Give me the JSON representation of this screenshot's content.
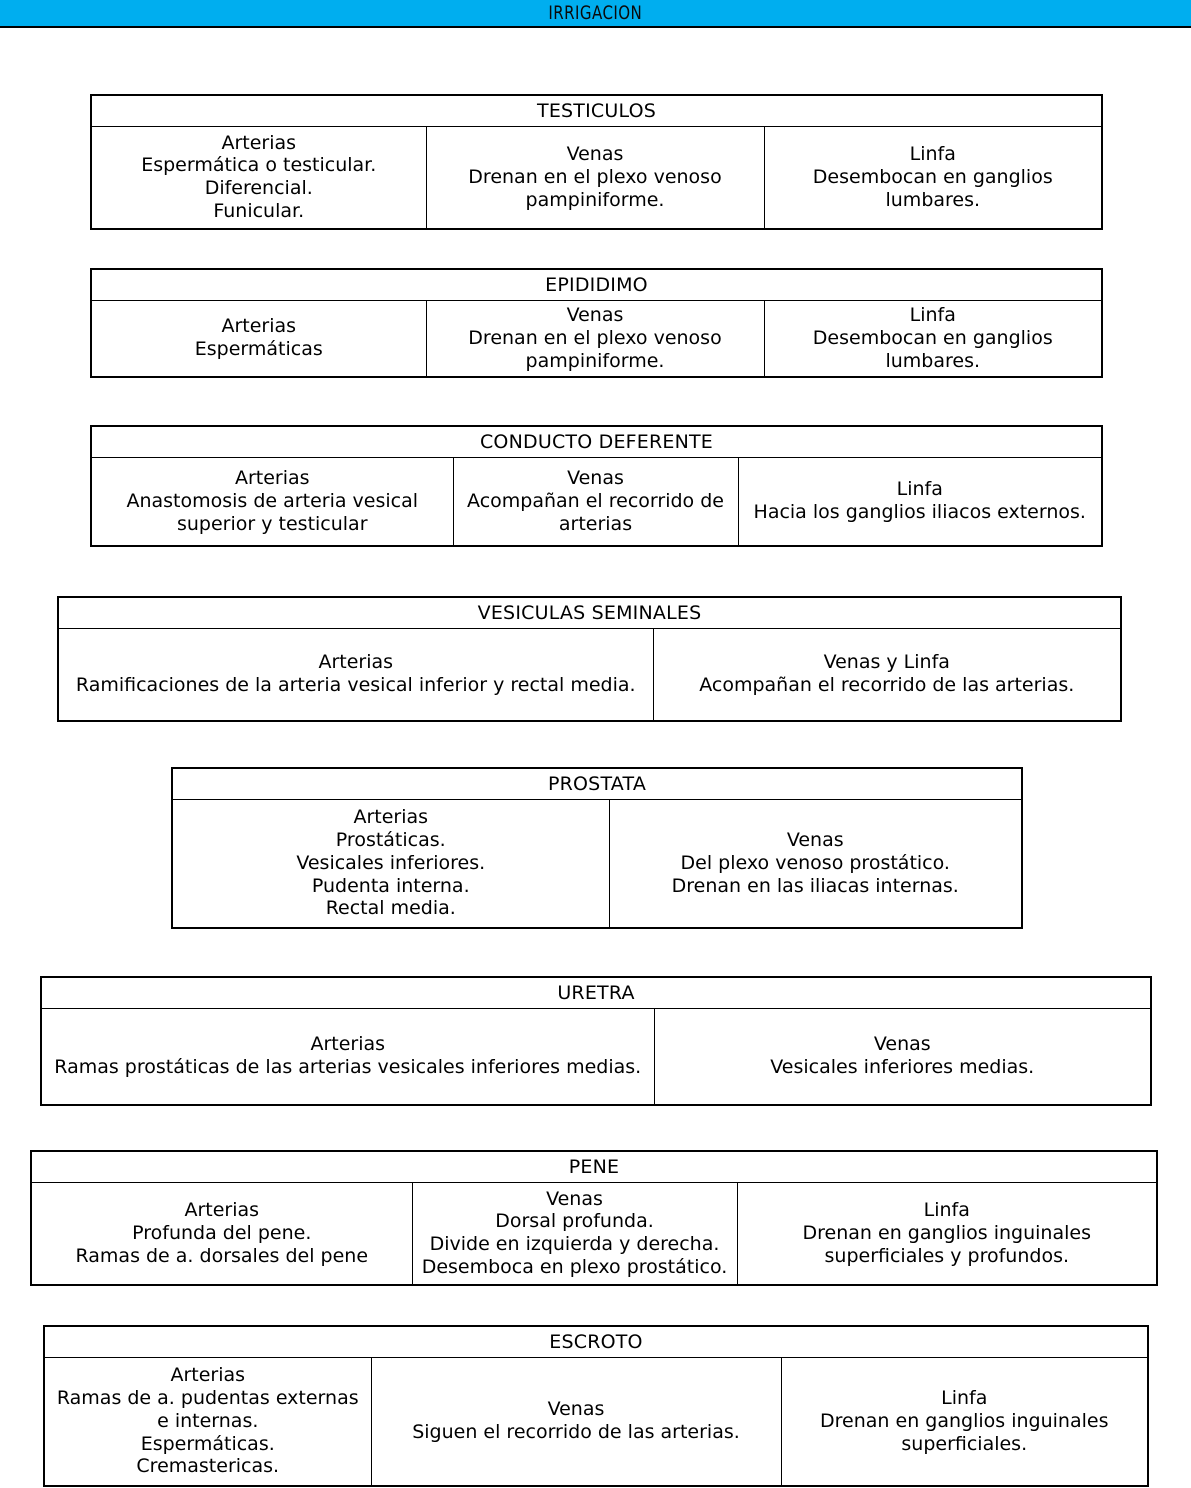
{
  "banner": {
    "title": "IRRIGACION",
    "background_color": "#00AEEF",
    "text_color": "#000000"
  },
  "tables": [
    {
      "id": "testiculos",
      "header": "TESTICULOS",
      "columns": [
        {
          "title": "Arterias",
          "lines": [
            "Espermática o testicular.",
            "Diferencial.",
            "Funicular."
          ]
        },
        {
          "title": "Venas",
          "lines": [
            "Drenan en el plexo venoso",
            "pampiniforme."
          ]
        },
        {
          "title": "Linfa",
          "lines": [
            "Desembocan en ganglios",
            "lumbares."
          ]
        }
      ]
    },
    {
      "id": "epididimo",
      "header": "EPIDIDIMO",
      "columns": [
        {
          "title": "Arterias",
          "lines": [
            "Espermáticas"
          ]
        },
        {
          "title": "Venas",
          "lines": [
            "Drenan en el plexo venoso",
            "pampiniforme."
          ]
        },
        {
          "title": "Linfa",
          "lines": [
            "Desembocan en ganglios",
            "lumbares."
          ]
        }
      ]
    },
    {
      "id": "conducto-deferente",
      "header": "CONDUCTO DEFERENTE",
      "columns": [
        {
          "title": "Arterias",
          "lines": [
            "Anastomosis de arteria vesical",
            "superior y testicular"
          ]
        },
        {
          "title": "Venas",
          "lines": [
            "Acompañan el recorrido de",
            "arterias"
          ]
        },
        {
          "title": "Linfa",
          "lines": [
            "Hacia los ganglios iliacos externos."
          ]
        }
      ]
    },
    {
      "id": "vesiculas-seminales",
      "header": "VESICULAS SEMINALES",
      "columns": [
        {
          "title": "Arterias",
          "lines": [
            "Ramificaciones de la arteria vesical inferior y rectal media."
          ]
        },
        {
          "title": "Venas y Linfa",
          "lines": [
            "Acompañan el recorrido de las arterias."
          ]
        }
      ]
    },
    {
      "id": "prostata",
      "header": "PROSTATA",
      "columns": [
        {
          "title": "Arterias",
          "lines": [
            "Prostáticas.",
            "Vesicales inferiores.",
            "Pudenta interna.",
            "Rectal media."
          ]
        },
        {
          "title": "Venas",
          "lines": [
            "Del plexo venoso prostático.",
            "Drenan en las iliacas internas."
          ]
        }
      ]
    },
    {
      "id": "uretra",
      "header": "URETRA",
      "columns": [
        {
          "title": "Arterias",
          "lines": [
            "Ramas prostáticas de las arterias vesicales inferiores medias."
          ]
        },
        {
          "title": "Venas",
          "lines": [
            "Vesicales inferiores medias."
          ]
        }
      ]
    },
    {
      "id": "pene",
      "header": "PENE",
      "columns": [
        {
          "title": "Arterias",
          "lines": [
            "Profunda del pene.",
            "Ramas de a. dorsales del pene"
          ]
        },
        {
          "title": "Venas",
          "lines": [
            "Dorsal profunda.",
            "Divide en izquierda y derecha.",
            "Desemboca en plexo prostático."
          ]
        },
        {
          "title": "Linfa",
          "lines": [
            "Drenan en ganglios inguinales",
            "superficiales y profundos."
          ]
        }
      ]
    },
    {
      "id": "escroto",
      "header": "ESCROTO",
      "columns": [
        {
          "title": "Arterias",
          "lines": [
            "Ramas de a. pudentas externas",
            "e internas.",
            "Espermáticas.",
            "Cremastericas."
          ]
        },
        {
          "title": "Venas",
          "lines": [
            "Siguen el recorrido de las arterias."
          ]
        },
        {
          "title": "Linfa",
          "lines": [
            "Drenan en ganglios inguinales",
            "superficiales."
          ]
        }
      ]
    }
  ]
}
